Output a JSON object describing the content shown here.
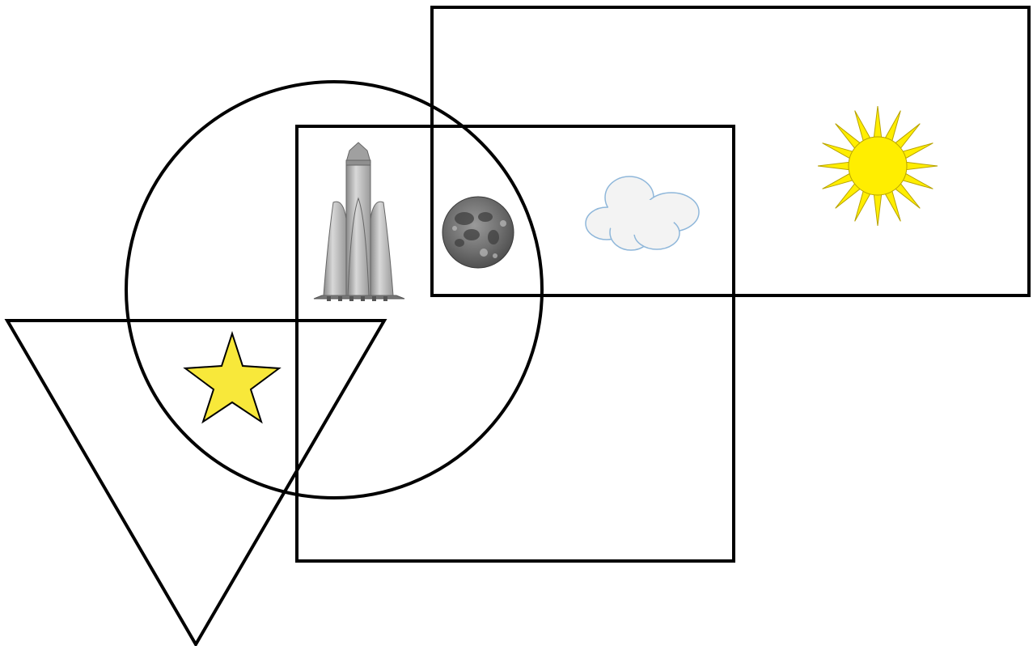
{
  "diagram": {
    "background": "#ffffff",
    "outline_color": "#000000",
    "regions": [
      {
        "shape": "rectangle",
        "role": "right rectangle"
      },
      {
        "shape": "rectangle",
        "role": "center rectangle"
      },
      {
        "shape": "circle",
        "role": "circle"
      },
      {
        "shape": "triangle",
        "role": "inverted triangle"
      }
    ],
    "items": [
      {
        "icon": "rocket-icon",
        "color": "#b8b8b8"
      },
      {
        "icon": "moon-icon",
        "color": "#6e6e6e"
      },
      {
        "icon": "cloud-icon",
        "color": "#f2f2f2"
      },
      {
        "icon": "sun-icon",
        "color": "#ffee00"
      },
      {
        "icon": "star-icon",
        "color": "#f8e83a"
      }
    ]
  }
}
